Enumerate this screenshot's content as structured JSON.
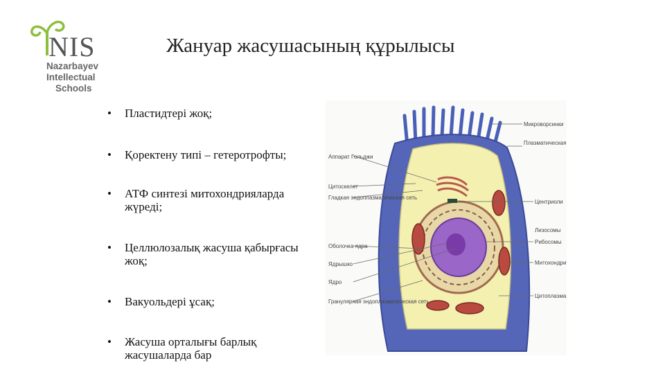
{
  "logo": {
    "mark": "NIS",
    "lines": [
      "Nazarbayev",
      "Intellectual",
      "Schools"
    ]
  },
  "title": "Жануар жасушасының құрылысы",
  "bullet_marker": "•",
  "bullets": [
    {
      "text": "Пластидтері жоқ;"
    },
    {
      "text": "Қоректену типі – гетеротрофты;"
    },
    {
      "text": "АТФ синтезі митохондрияларда жүреді;"
    },
    {
      "text": "Целлюлозалық жасуша қабырғасы жоқ;"
    },
    {
      "text": "Вакуольдері ұсақ;"
    },
    {
      "text": "Жасуша орталығы барлық жасушаларда бар"
    }
  ],
  "diagram": {
    "labels_left": [
      "Аппарат Гольджи",
      "Цитоскелет",
      "Гладкая эндоплазматическая сеть",
      "Оболочка ядра",
      "Ядрышко",
      "Ядро",
      "Гранулярная эндоплазматическая сеть"
    ],
    "labels_right": [
      "Микроворсинки",
      "Плазматическая мембрана",
      "Центриоли",
      "Лизосомы",
      "Рибосомы",
      "Митохондрии",
      "Цитоплазма"
    ],
    "colors": {
      "outer": "#5566b8",
      "cytoplasm": "#f4f0b0",
      "nucleus": "#9a66c8",
      "mitochondria": "#b84a40",
      "microvilli": "#4a5fb8"
    }
  }
}
